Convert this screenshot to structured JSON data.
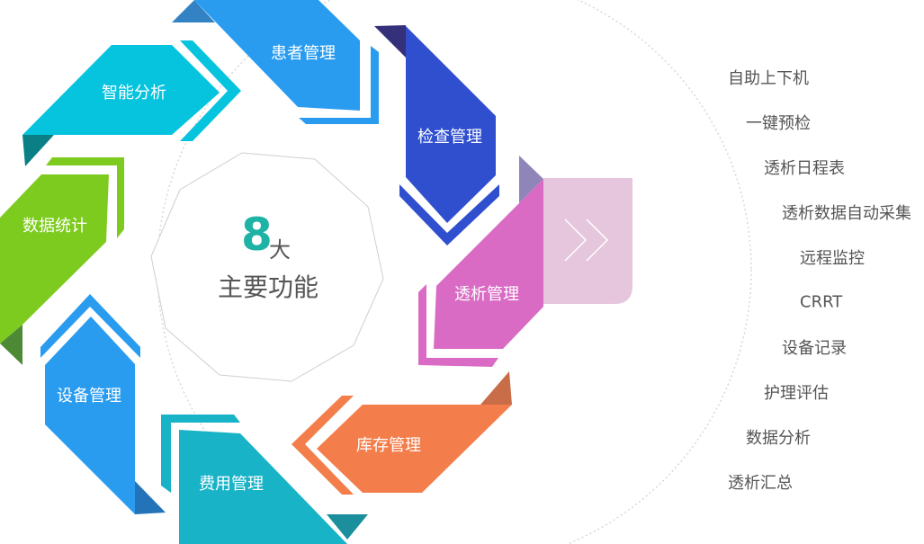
{
  "center": {
    "number": "8",
    "unit": "大",
    "title": "主要功能"
  },
  "modules": [
    {
      "label": "患者管理",
      "color": "#2a9cf0"
    },
    {
      "label": "检查管理",
      "color": "#2f4fcf"
    },
    {
      "label": "透析管理",
      "color": "#d96bc4"
    },
    {
      "label": "库存管理",
      "color": "#f47e4b"
    },
    {
      "label": "费用管理",
      "color": "#19b3c8"
    },
    {
      "label": "设备管理",
      "color": "#2a9cf0"
    },
    {
      "label": "数据统计",
      "color": "#7ecb20"
    },
    {
      "label": "智能分析",
      "color": "#06c3de"
    }
  ],
  "expand_icon": "double-chevron-right-icon",
  "features": [
    "自助上下机",
    "一键预检",
    "透析日程表",
    "透析数据自动采集",
    "远程监控",
    "CRRT",
    "设备记录",
    "护理评估",
    "数据分析",
    "透析汇总"
  ]
}
